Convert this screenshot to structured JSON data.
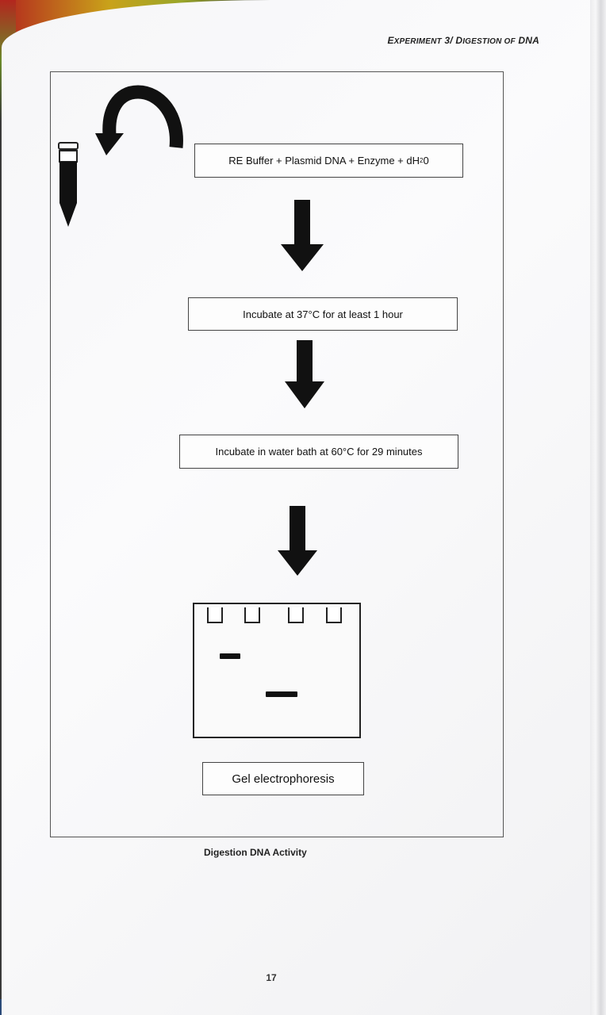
{
  "header": {
    "experiment_prefix": "E",
    "experiment_rest": "XPERIMENT",
    "experiment_number": "3/",
    "topic_prefix": "D",
    "topic_rest": "IGESTION OF",
    "topic_last": "DNA"
  },
  "steps": [
    {
      "text_before": "RE Buffer + Plasmid DNA + Enzyme + dH",
      "superscript": "2",
      "text_after": "0"
    },
    {
      "text": "Incubate at 37°C for at least 1 hour"
    },
    {
      "text": "Incubate in water bath at 60°C for 29 minutes"
    },
    {
      "text": "Gel electrophoresis"
    }
  ],
  "caption": "Digestion DNA Activity",
  "page_number": "17",
  "colors": {
    "page": "#f6f6f8",
    "ink": "#111111",
    "frame": "#555555"
  }
}
